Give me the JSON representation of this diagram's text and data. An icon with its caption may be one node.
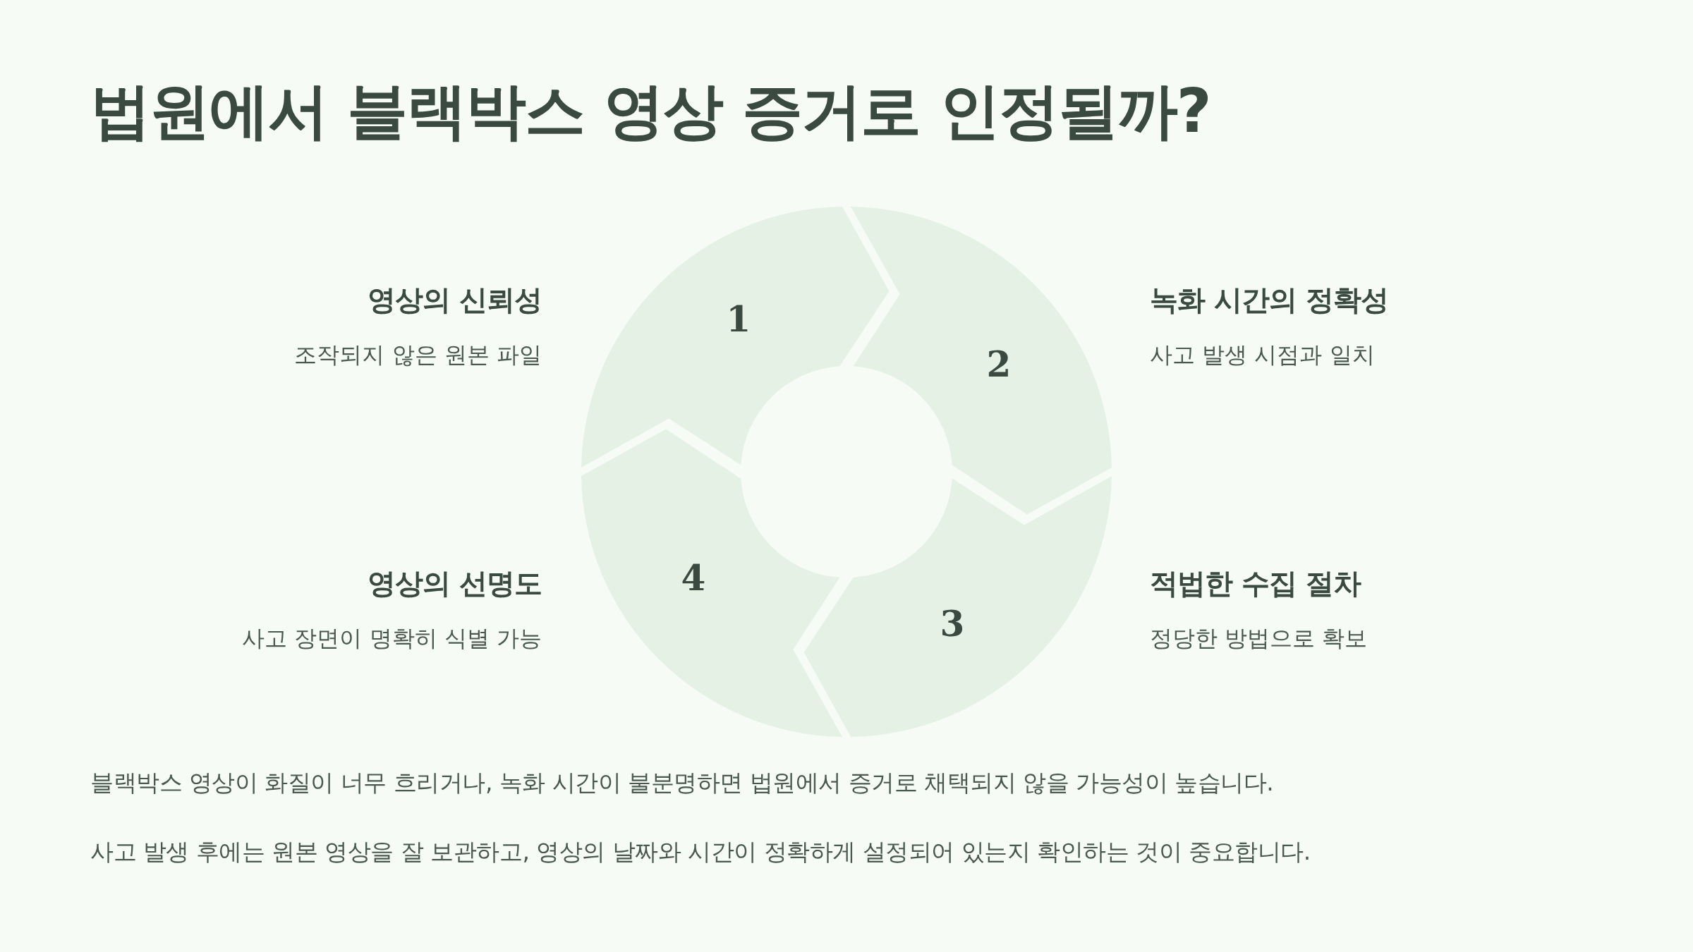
{
  "diagram": {
    "title": "법원에서 블랙박스 영상 증거로 인정될까?",
    "nodes": [
      {
        "text": [
          "1"
        ],
        "beside": [
          "영상의 신뢰성",
          "조작되지 않은 원본 파일"
        ]
      },
      {
        "text": [
          "2"
        ],
        "beside": [
          "녹화 시간의 정확성",
          "사고 발생 시점과 일치"
        ]
      },
      {
        "text": [
          "3"
        ],
        "beside": [
          "적법한 수집 절차",
          "정당한 방법으로 확보"
        ]
      },
      {
        "text": [
          "4"
        ],
        "beside": [
          "영상의 선명도",
          "사고 장면이 명확히 식별 가능"
        ]
      }
    ],
    "labels": [
      "블랙박스 영상이 화질이 너무 흐리거나, 녹화 시간이 불분명하면 법원에서 증거로 채택되지 않을 가능성이 높습니다.",
      "사고 발생 후에는 원본 영상을 잘 보관하고, 영상의 날짜와 시간이 정확하게 설정되어 있는지 확인하는 것이 중요합니다."
    ]
  }
}
